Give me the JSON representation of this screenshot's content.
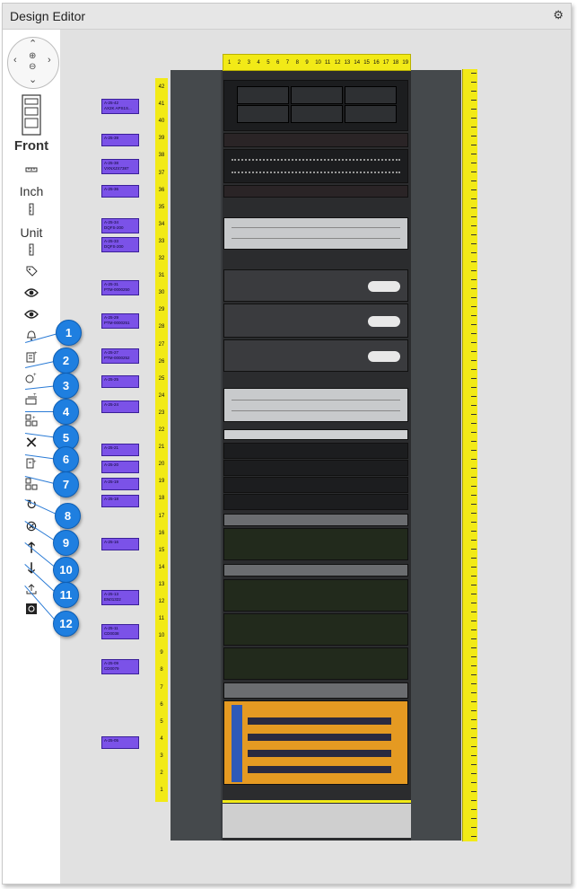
{
  "window": {
    "title": "Design Editor",
    "settings_icon": "gear-icon"
  },
  "toolbar": {
    "nav": {
      "up": "⌃",
      "down": "⌄",
      "left": "‹",
      "right": "›",
      "center_plus": "⊕",
      "center_minus": "⊖"
    },
    "view_label": "Front",
    "measure_label": "Inch",
    "unit_label": "Unit",
    "callouts": [
      "1",
      "2",
      "3",
      "4",
      "5",
      "6",
      "7",
      "8",
      "9",
      "10",
      "11",
      "12"
    ]
  },
  "ruler_top_marks": [
    "1",
    "2",
    "3",
    "4",
    "5",
    "6",
    "7",
    "8",
    "9",
    "10",
    "11",
    "12",
    "13",
    "14",
    "15",
    "16",
    "17",
    "18",
    "19"
  ],
  "ruler_left_marks": [
    "42",
    "41",
    "40",
    "39",
    "38",
    "37",
    "36",
    "35",
    "34",
    "33",
    "32",
    "31",
    "30",
    "29",
    "28",
    "27",
    "26",
    "25",
    "24",
    "23",
    "22",
    "21",
    "20",
    "19",
    "18",
    "17",
    "16",
    "15",
    "14",
    "13",
    "12",
    "11",
    "10",
    "9",
    "8",
    "7",
    "6",
    "5",
    "4",
    "3",
    "2",
    "1"
  ],
  "device_tags": [
    {
      "line1": "A-25-42",
      "line2": "AX2K APS1S..."
    },
    {
      "line1": "A-25-39",
      "line2": ""
    },
    {
      "line1": "A-25-38",
      "line2": "VXNXZ47387"
    },
    {
      "line1": "A-25-36",
      "line2": ""
    },
    {
      "line1": "A-25-34",
      "line2": "DQFS-200"
    },
    {
      "line1": "A-25-33",
      "line2": "DQFS-200"
    },
    {
      "line1": "A-25-31",
      "line2": "PTM-0000250"
    },
    {
      "line1": "A-25-29",
      "line2": "PTM-0000251"
    },
    {
      "line1": "A-25-27",
      "line2": "PTM-0000252"
    },
    {
      "line1": "A-25-25",
      "line2": ""
    },
    {
      "line1": "A-25-24",
      "line2": ""
    },
    {
      "line1": "A-25-21",
      "line2": ""
    },
    {
      "line1": "A-25-20",
      "line2": ""
    },
    {
      "line1": "A-25-19",
      "line2": ""
    },
    {
      "line1": "A-25-18",
      "line2": ""
    },
    {
      "line1": "A-25-16",
      "line2": ""
    },
    {
      "line1": "A-25-13",
      "line2": "EN01322"
    },
    {
      "line1": "A-25-11",
      "line2": "CD0038"
    },
    {
      "line1": "A-25-09",
      "line2": "CD0079"
    },
    {
      "line1": "A-25-05",
      "line2": ""
    }
  ]
}
